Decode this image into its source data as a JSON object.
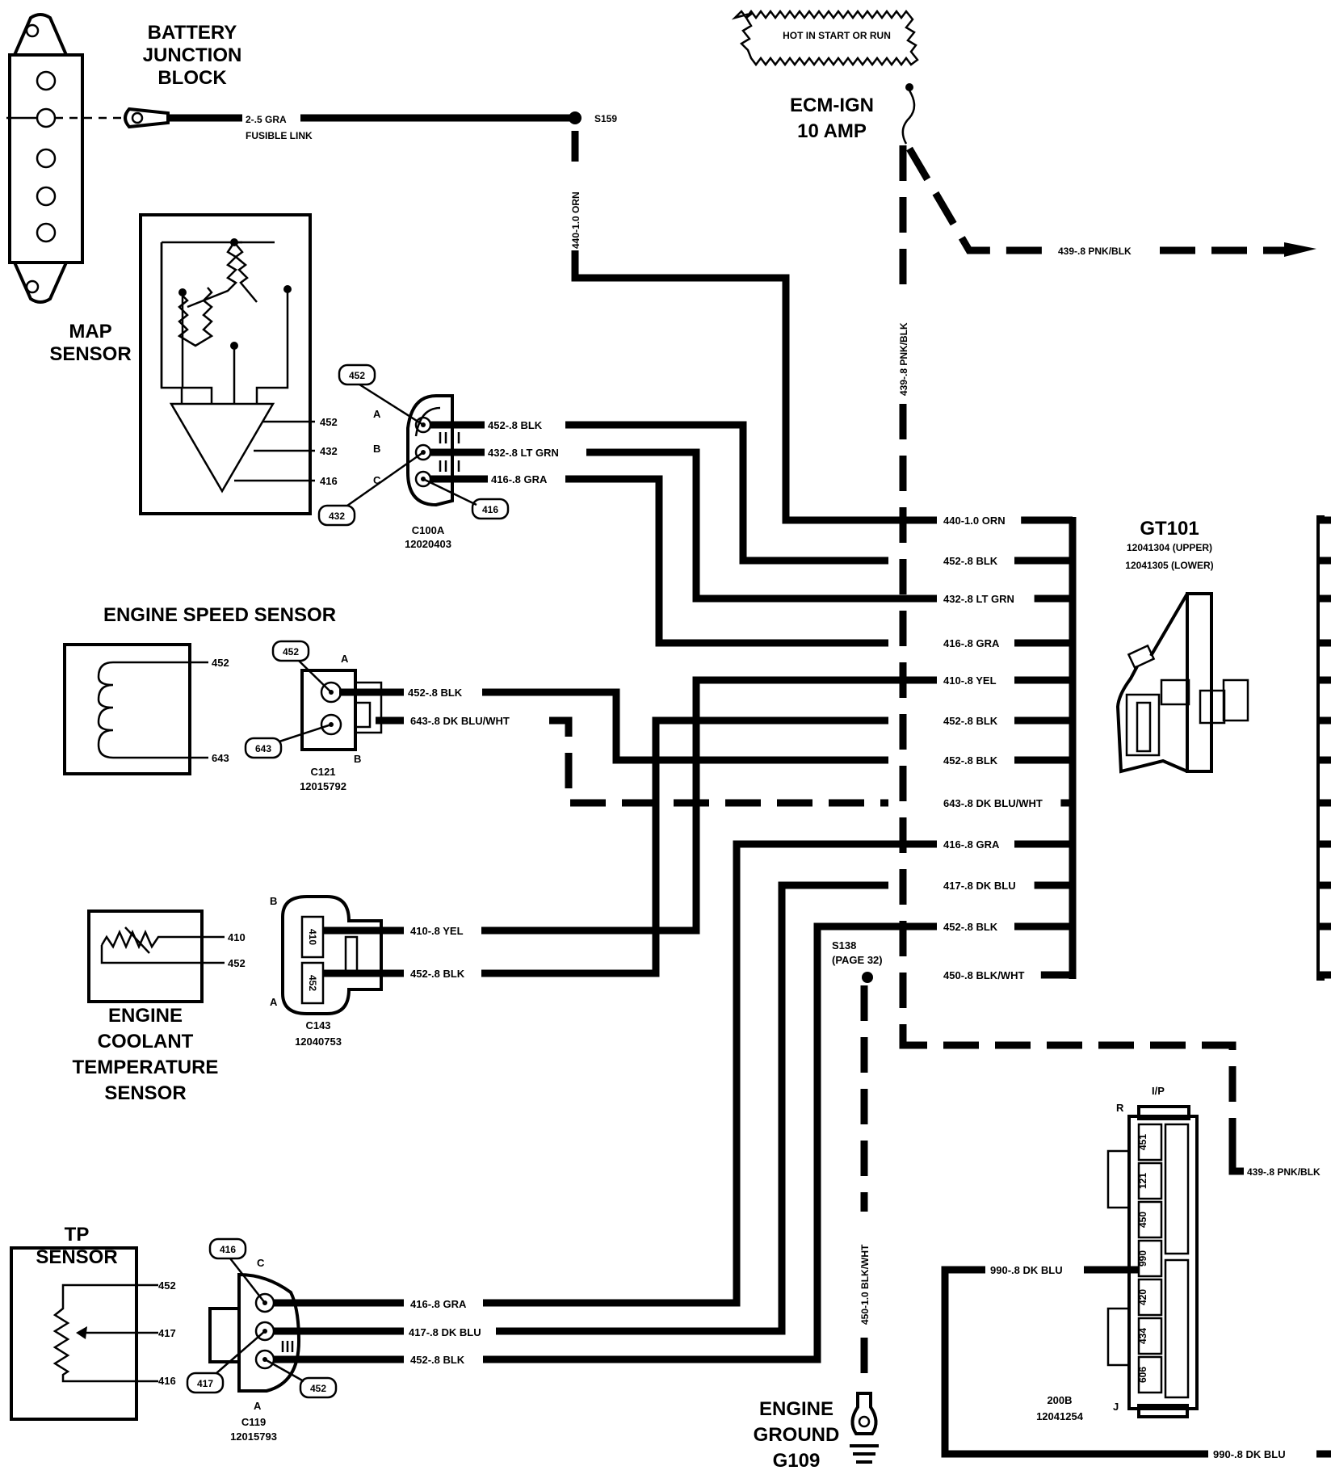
{
  "title_note": "HOT IN START OR RUN",
  "fuse": {
    "name": "ECM-IGN",
    "rating": "10 AMP"
  },
  "battery_junction_block": {
    "label_lines": [
      "BATTERY",
      "JUNCTION",
      "BLOCK"
    ]
  },
  "fusible_link": {
    "wire": "2-.5 GRA",
    "note": "FUSIBLE LINK"
  },
  "splices": {
    "s159": "S159",
    "s138": "S138",
    "s138_ref": "(PAGE 32)"
  },
  "vertical_wires": {
    "orn": "440-1.0 ORN",
    "pnk_blk": "439-.8 PNK/BLK",
    "blk_wht_ground": "450-1.0 BLK/WHT"
  },
  "branch_wires": {
    "pnk_blk_top": "439-.8 PNK/BLK",
    "pnk_blk_right": "439-.8 PNK/BLK"
  },
  "map_sensor": {
    "label_lines": [
      "MAP",
      "SENSOR"
    ],
    "pins": [
      "452",
      "432",
      "416"
    ],
    "connector": {
      "name": "C100A",
      "part": "12020403",
      "cavities": [
        "A",
        "B",
        "C"
      ],
      "callouts": [
        "452",
        "432",
        "416"
      ],
      "wires": [
        "452-.8 BLK",
        "432-.8 LT GRN",
        "416-.8 GRA"
      ]
    }
  },
  "engine_speed_sensor": {
    "label": "ENGINE SPEED SENSOR",
    "pins": [
      "452",
      "643"
    ],
    "connector": {
      "name": "C121",
      "part": "12015792",
      "cavities": [
        "A",
        "B"
      ],
      "callouts": [
        "452",
        "643"
      ],
      "wires": [
        "452-.8 BLK",
        "643-.8 DK BLU/WHT"
      ]
    }
  },
  "coolant_sensor": {
    "label_lines": [
      "ENGINE",
      "COOLANT",
      "TEMPERATURE",
      "SENSOR"
    ],
    "pins": [
      "410",
      "452"
    ],
    "connector": {
      "name": "C143",
      "part": "12040753",
      "cavities": [
        "B",
        "A"
      ],
      "pin_boxes": [
        "410",
        "452"
      ],
      "wires": [
        "410-.8 YEL",
        "452-.8 BLK"
      ]
    }
  },
  "tp_sensor": {
    "label_lines": [
      "TP",
      "SENSOR"
    ],
    "pins": [
      "452",
      "417",
      "416"
    ],
    "connector": {
      "name": "C119",
      "part": "12015793",
      "cavities": [
        "C",
        "A"
      ],
      "callouts": [
        "416",
        "417",
        "452"
      ],
      "wires": [
        "416-.8 GRA",
        "417-.8 DK BLU",
        "452-.8 BLK"
      ]
    }
  },
  "gt101": {
    "name": "GT101",
    "parts": [
      "12041304 (UPPER)",
      "12041305 (LOWER)"
    ],
    "rows": [
      "440-1.0 ORN",
      "452-.8 BLK",
      "432-.8 LT GRN",
      "416-.8 GRA",
      "410-.8 YEL",
      "452-.8 BLK",
      "452-.8 BLK",
      "643-.8 DK BLU/WHT",
      "416-.8 GRA",
      "417-.8 DK BLU",
      "452-.8 BLK",
      "450-.8 BLK/WHT"
    ]
  },
  "ip_connector": {
    "label": "I/P",
    "end_top": "R",
    "end_bottom": "J",
    "name": "200B",
    "part": "12041254",
    "cavities": [
      "451",
      "121",
      "450",
      "990",
      "420",
      "434",
      "606"
    ],
    "wire_left": "990-.8 DK BLU",
    "wire_bottom": "990-.8 DK BLU"
  },
  "engine_ground": {
    "label_lines": [
      "ENGINE",
      "GROUND",
      "G109"
    ]
  }
}
